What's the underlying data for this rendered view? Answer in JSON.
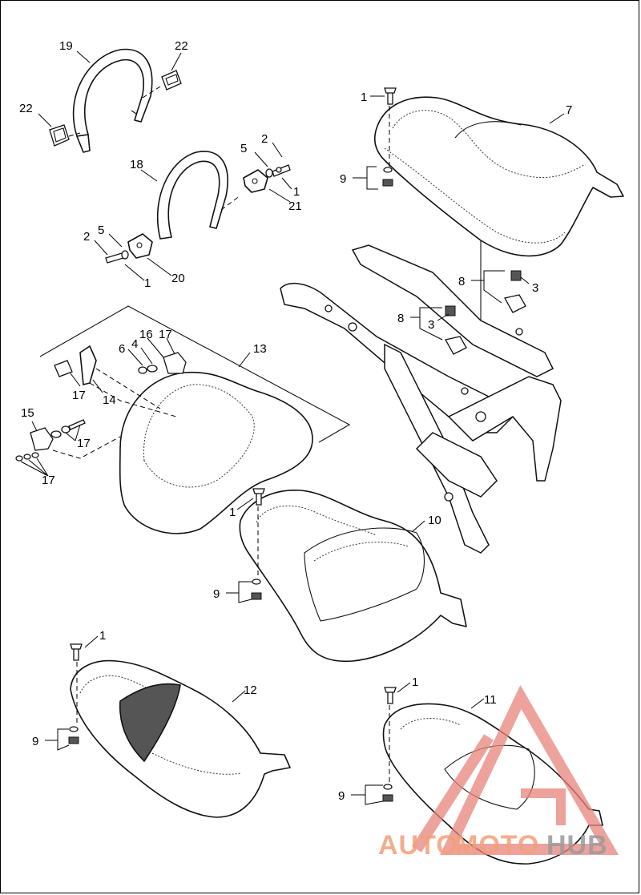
{
  "callouts": [
    {
      "id": "c19",
      "text": "19"
    },
    {
      "id": "c22a",
      "text": "22"
    },
    {
      "id": "c22b",
      "text": "22"
    },
    {
      "id": "c18",
      "text": "18"
    },
    {
      "id": "c2a",
      "text": "2"
    },
    {
      "id": "c5a",
      "text": "5"
    },
    {
      "id": "c1a",
      "text": "1"
    },
    {
      "id": "c21",
      "text": "21"
    },
    {
      "id": "c2b",
      "text": "2"
    },
    {
      "id": "c5b",
      "text": "5"
    },
    {
      "id": "c1b",
      "text": "1"
    },
    {
      "id": "c20",
      "text": "20"
    },
    {
      "id": "c1c",
      "text": "1"
    },
    {
      "id": "c7",
      "text": "7"
    },
    {
      "id": "c9a",
      "text": "9"
    },
    {
      "id": "c8a",
      "text": "8"
    },
    {
      "id": "c3a",
      "text": "3"
    },
    {
      "id": "c8b",
      "text": "8"
    },
    {
      "id": "c3b",
      "text": "3"
    },
    {
      "id": "c13",
      "text": "13"
    },
    {
      "id": "c16",
      "text": "16"
    },
    {
      "id": "c17a",
      "text": "17"
    },
    {
      "id": "c6",
      "text": "6"
    },
    {
      "id": "c4",
      "text": "4"
    },
    {
      "id": "c17b",
      "text": "17"
    },
    {
      "id": "c14",
      "text": "14"
    },
    {
      "id": "c15",
      "text": "15"
    },
    {
      "id": "c17c",
      "text": "17"
    },
    {
      "id": "c17d",
      "text": "17"
    },
    {
      "id": "c1d",
      "text": "1"
    },
    {
      "id": "c10",
      "text": "10"
    },
    {
      "id": "c9b",
      "text": "9"
    },
    {
      "id": "c1e",
      "text": "1"
    },
    {
      "id": "c12",
      "text": "12"
    },
    {
      "id": "c9c",
      "text": "9"
    },
    {
      "id": "c1f",
      "text": "1"
    },
    {
      "id": "c11",
      "text": "11"
    },
    {
      "id": "c9d",
      "text": "9"
    }
  ],
  "watermark": {
    "part1": "AUTO",
    "part2": "MOTO",
    "part3": "HUB",
    "color_primary": "#f2a07a",
    "color_secondary": "#9a9a9a",
    "logo_color": "#e8837c"
  }
}
